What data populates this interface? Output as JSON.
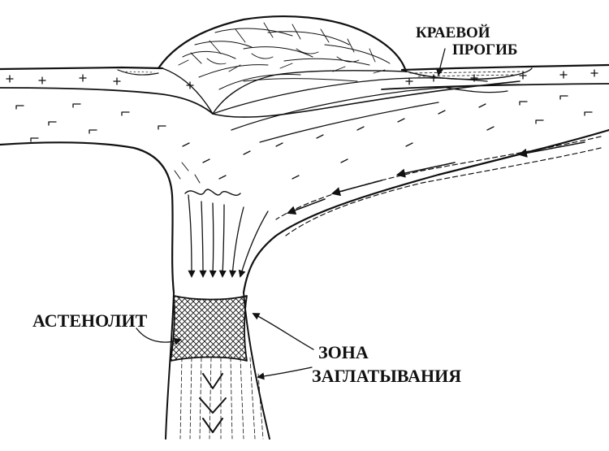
{
  "labels": {
    "edge_trough_line1": "КРАЕВОЙ",
    "edge_trough_line2": "ПРОГИБ",
    "asthenolith": "АСТЕНОЛИТ",
    "zone_line1": "ЗОНА",
    "zone_line2": "ЗАГЛАТЫВАНИЯ"
  },
  "colors": {
    "ink": "#111111",
    "background": "#ffffff"
  }
}
